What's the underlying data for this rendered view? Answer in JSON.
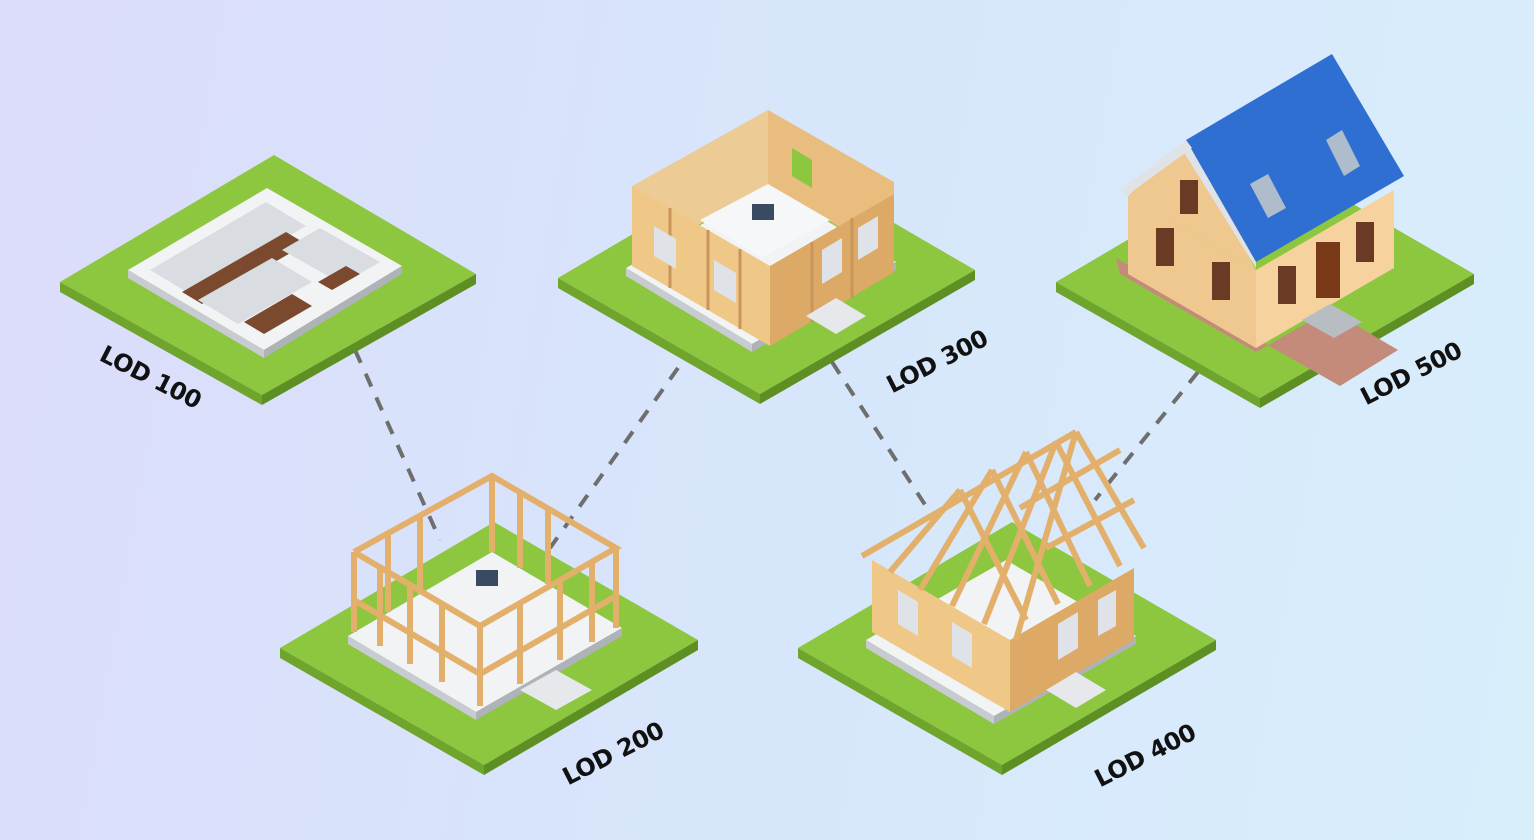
{
  "labels": {
    "lod100": "LOD 100",
    "lod200": "LOD 200",
    "lod300": "LOD 300",
    "lod400": "LOD 400",
    "lod500": "LOD 500"
  },
  "colors": {
    "grass_top": "#8dc63f",
    "grass_side_left": "#6fa52c",
    "grass_side_right": "#5e8f22",
    "timber": "#e8bd7e",
    "timber_dark": "#c9955a",
    "concrete": "#f1f3f5",
    "soil": "#7b4a2e",
    "roof": "#2f6fd1",
    "wall": "#f2c98f",
    "door": "#7a3a1a",
    "connector": "#6e6e6e"
  },
  "stages": [
    {
      "id": "lod100",
      "description_icon": "foundation-icon"
    },
    {
      "id": "lod200",
      "description_icon": "frame-icon"
    },
    {
      "id": "lod300",
      "description_icon": "walls-icon"
    },
    {
      "id": "lod400",
      "description_icon": "roof-truss-icon"
    },
    {
      "id": "lod500",
      "description_icon": "finished-house-icon"
    }
  ]
}
